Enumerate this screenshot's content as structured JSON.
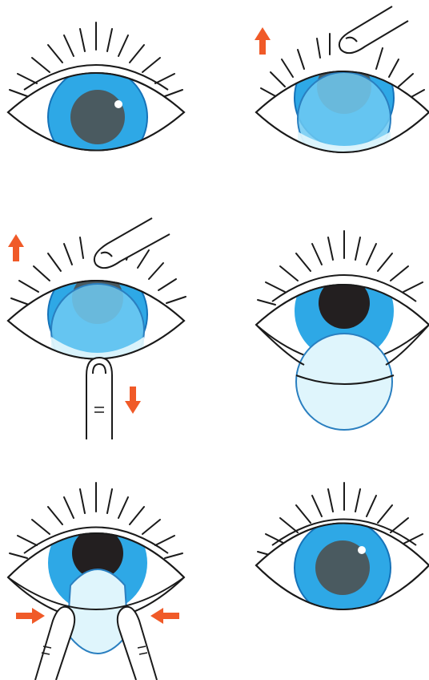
{
  "palette": {
    "line": "#1a1a1a",
    "iris": "#2ea8e6",
    "iris_rim": "#1572b8",
    "iris_light": "#6fcaf2",
    "pupil": "#4a5a60",
    "pupil_dark": "#231f20",
    "lens_fill": "#dff5fc",
    "lens_edge": "#2a7fc0",
    "arrow": "#f05a28",
    "white": "#ffffff"
  },
  "steps": [
    {
      "step": 1,
      "name": "eye-normal",
      "lens": "none",
      "pupil": "grey",
      "arrows": []
    },
    {
      "step": 2,
      "name": "lift-upper-lid",
      "lens": "on-eye-lower",
      "pupil": "grey",
      "arrows": [
        "up"
      ]
    },
    {
      "step": 3,
      "name": "hold-both-lids",
      "lens": "on-eye-lower",
      "pupil": "grey",
      "arrows": [
        "up",
        "down"
      ]
    },
    {
      "step": 4,
      "name": "lens-slid-down",
      "lens": "below-iris",
      "pupil": "dark",
      "arrows": []
    },
    {
      "step": 5,
      "name": "pinch-lens",
      "lens": "pinched",
      "pupil": "dark",
      "arrows": [
        "right",
        "left"
      ]
    },
    {
      "step": 6,
      "name": "lens-removed",
      "lens": "none",
      "pupil": "grey",
      "arrows": []
    }
  ],
  "icons": [
    "eyelash-icon",
    "finger-icon",
    "arrow-up-icon",
    "arrow-down-icon",
    "arrow-left-icon",
    "arrow-right-icon",
    "contact-lens-icon"
  ]
}
